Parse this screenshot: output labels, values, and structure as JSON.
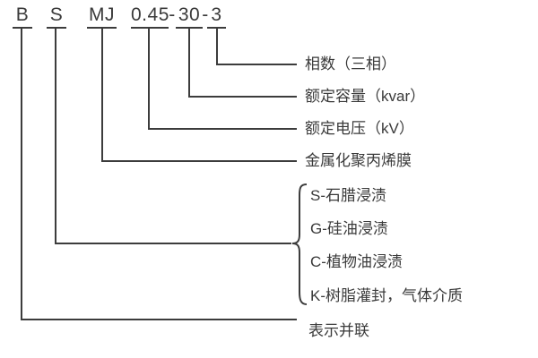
{
  "code_parts": [
    "B",
    "S",
    "MJ",
    "0.45",
    "-",
    "30",
    "-",
    "3"
  ],
  "labels": {
    "phase": "相数（三相）",
    "capacity": "额定容量（kvar）",
    "voltage": "额定电压（kV）",
    "film": "金属化聚丙烯膜",
    "impregnation": [
      "S-石腊浸渍",
      "G-硅油浸渍",
      "C-植物油浸渍",
      "K-树脂灌封，气体介质"
    ],
    "parallel": "表示并联"
  },
  "colors": {
    "line": "#3c3c3c",
    "text": "#3a3a3a",
    "background": "#ffffff"
  }
}
